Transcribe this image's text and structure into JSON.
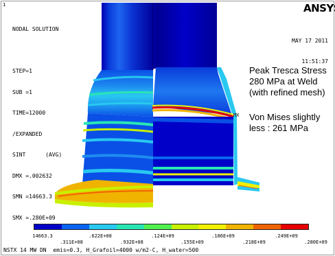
{
  "header": {
    "window_num": "1",
    "brand": "ANSYS",
    "date": "MAY 17 2011",
    "time": "11:51:37"
  },
  "info": {
    "lines": [
      "NODAL SOLUTION",
      "",
      "STEP=1",
      "SUB =1",
      "TIME=12000",
      "/EXPANDED",
      "SINT      (AVG)",
      "DMX =.002632",
      "SMN =14663.3",
      "SMX =.280E+09"
    ]
  },
  "annotations": {
    "note1": [
      "Peak Tresca Stress",
      "280 MPa at Weld",
      "(with refined mesh)"
    ],
    "note2": [
      "Von Mises slightly",
      "less : 261 MPa"
    ],
    "mx_label": "MX"
  },
  "legend": {
    "colors": [
      "#0000c8",
      "#0a64f0",
      "#28c8f0",
      "#28e6b4",
      "#50f050",
      "#c8f000",
      "#f0f000",
      "#f0b400",
      "#f06400",
      "#e60000"
    ],
    "top_labels": [
      "14663.3",
      ".622E+08",
      ".124E+09",
      ".186E+09",
      ".249E+09"
    ],
    "bottom_labels": [
      ".311E+08",
      ".932E+08",
      ".155E+09",
      ".218E+09",
      ".280E+09"
    ]
  },
  "footer": {
    "text": "NSTX 14 MW DN  emis=0.3, H_Grafoil=4000 w/m2-C, H_water=500"
  }
}
